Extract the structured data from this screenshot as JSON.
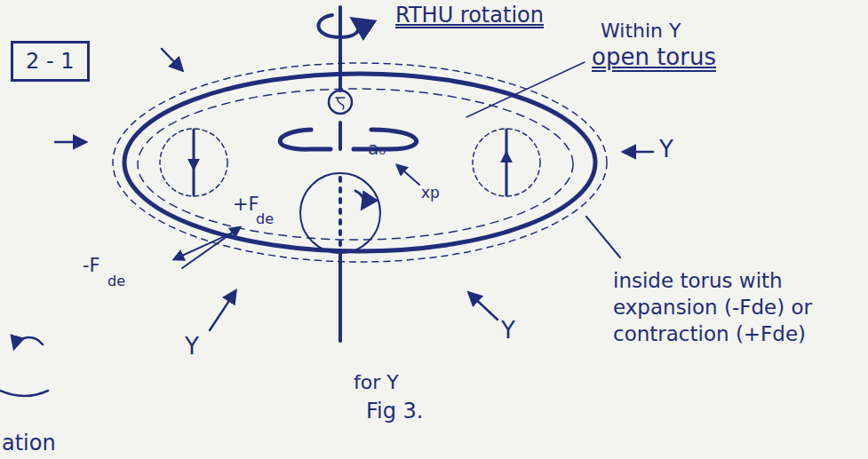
{
  "diagram": {
    "nodes": [
      {
        "text": [
          "2 - 1"
        ]
      }
    ],
    "labels": [
      "RTHU rotation",
      "Within Y",
      "open torus",
      "Y",
      "a₀",
      "xp",
      "+F",
      "de",
      "-F",
      "de",
      "Y",
      "Y",
      "for Y",
      "Fig 3.",
      "inside torus with expansion (-Fde) or contraction (+Fde)",
      "ation"
    ]
  }
}
